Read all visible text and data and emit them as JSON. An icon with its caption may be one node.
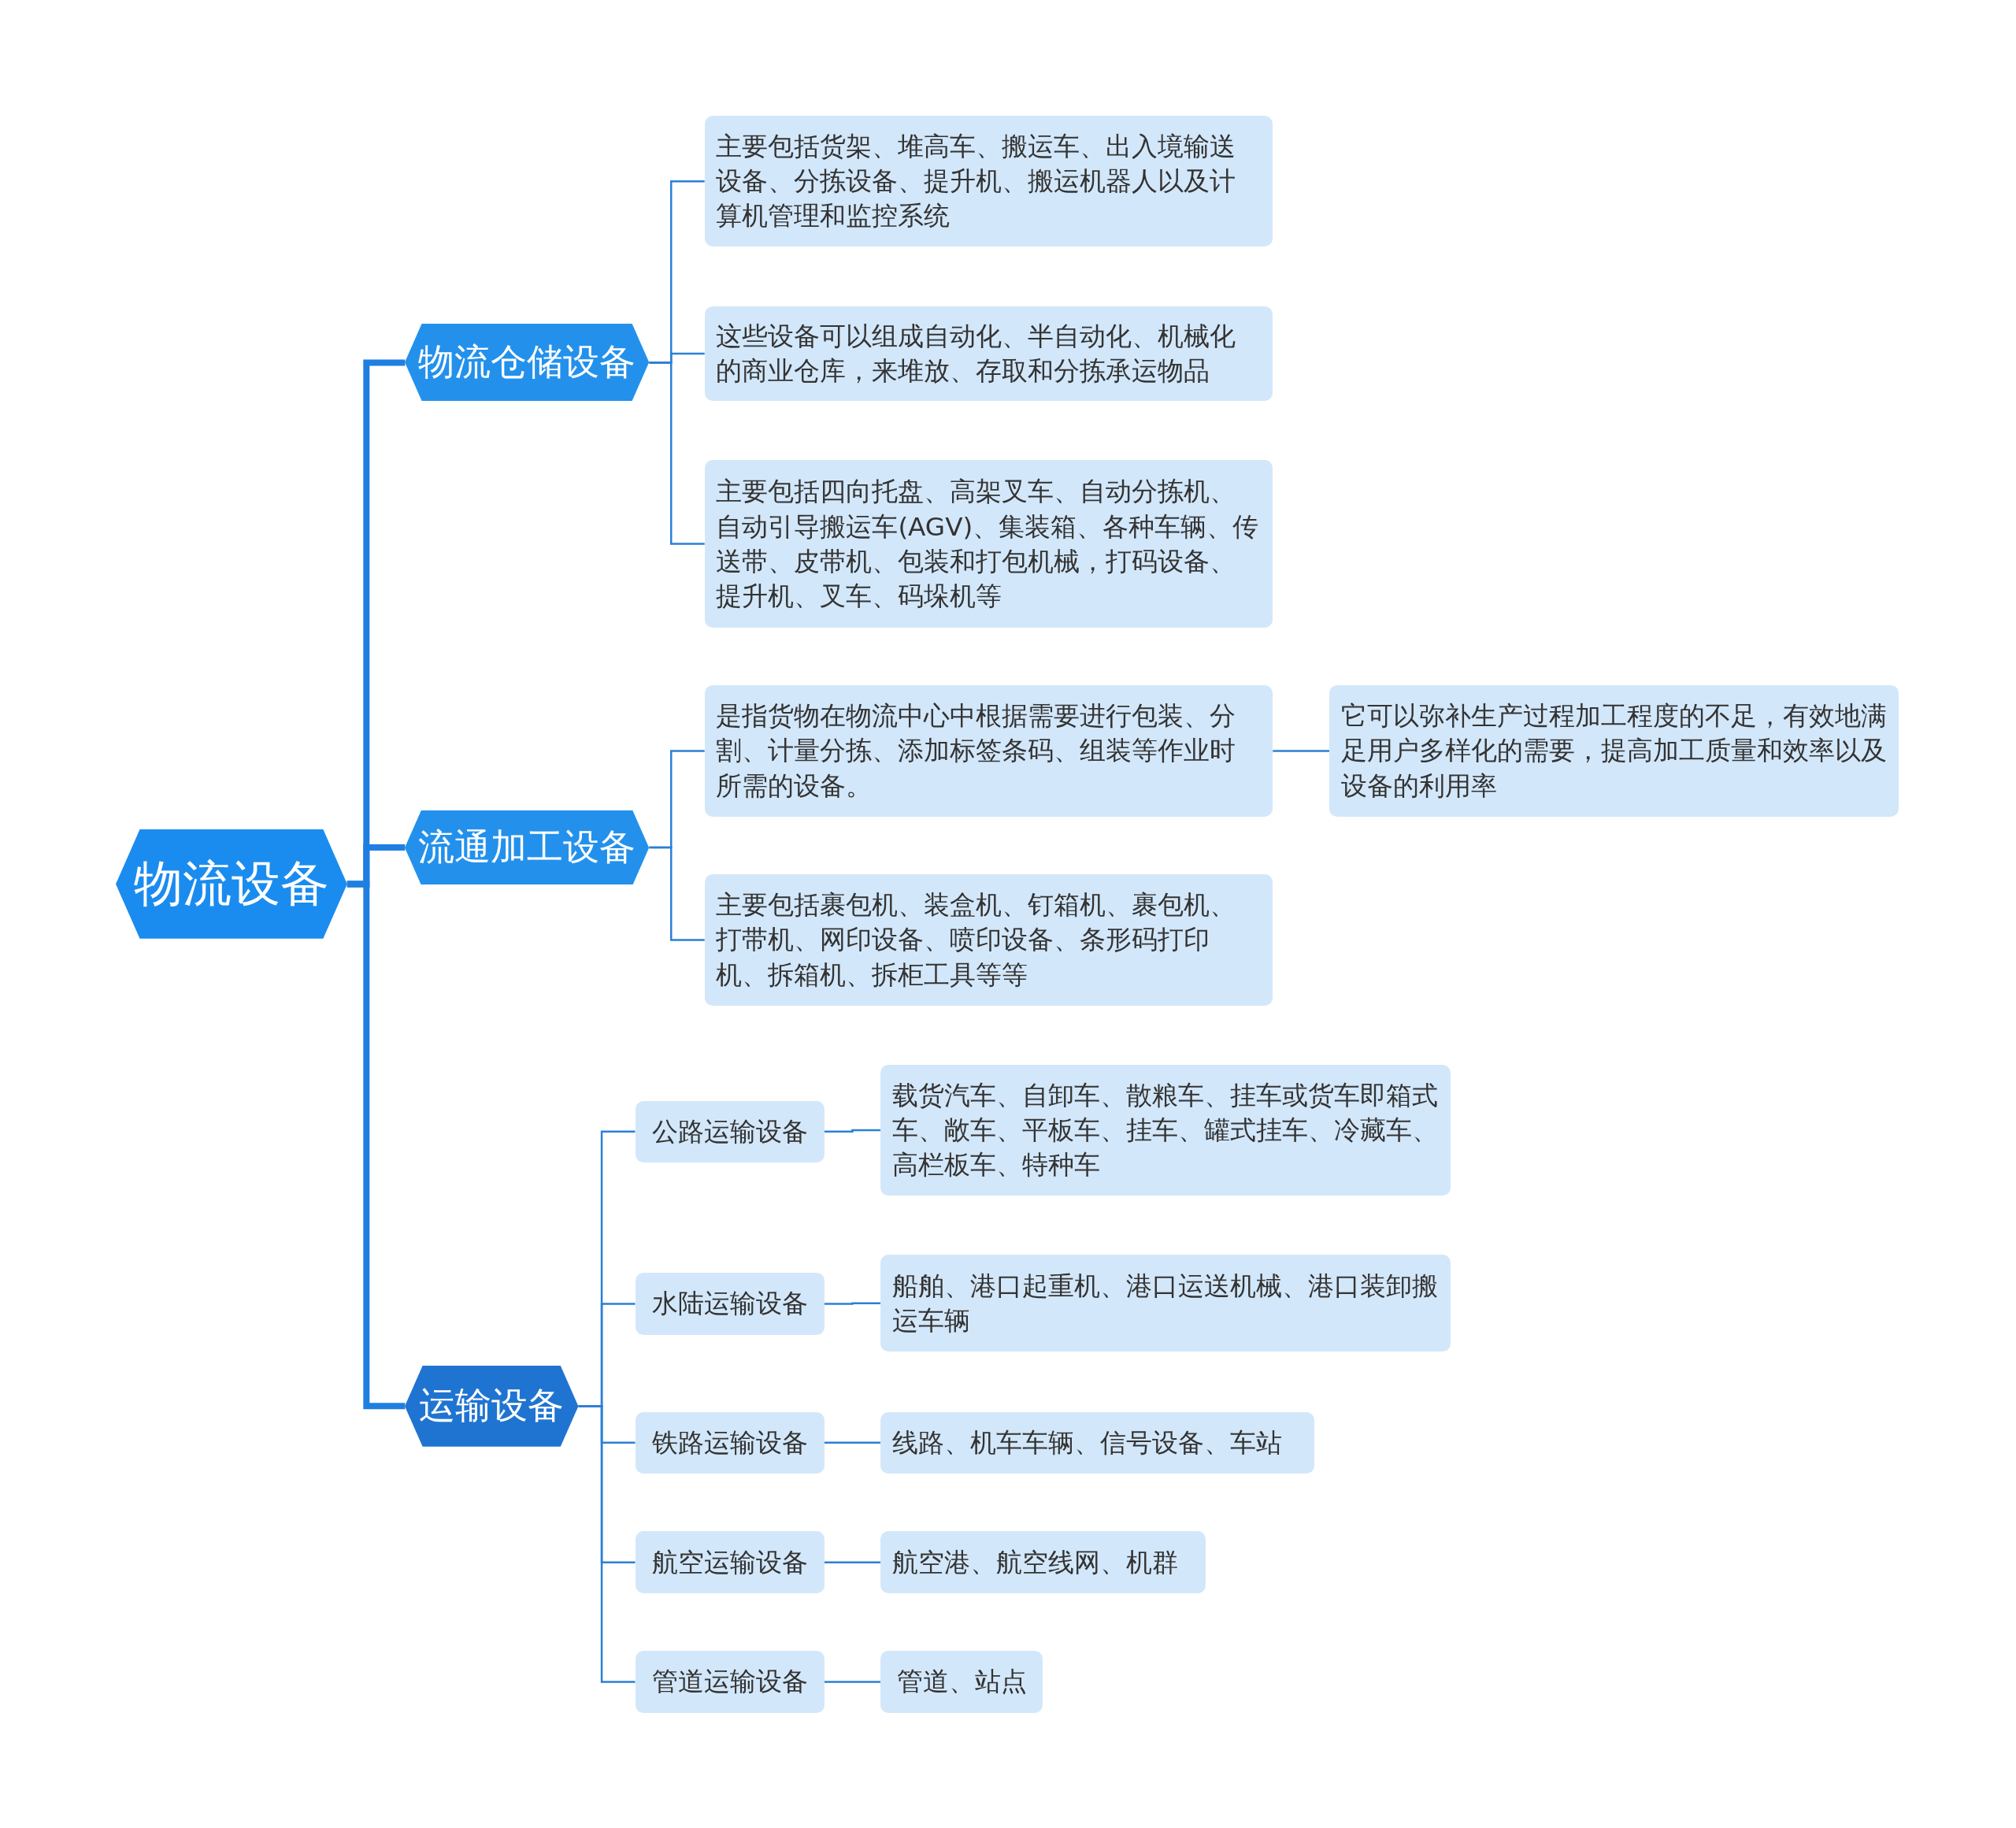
{
  "diagram": {
    "nodes": [
      {
        "text": [
          "物流设备"
        ]
      },
      {
        "text": [
          "物流仓储设备"
        ]
      },
      {
        "text": [
          "主要包括货架、堆高车、搬运车、出入境输送设备、分拣设备、提升机、搬运机器人以及计算机管理和监控系统"
        ]
      },
      {
        "text": [
          "这些设备可以组成自动化、半自动化、机械化的商业仓库，来堆放、存取和分拣承运物品"
        ]
      },
      {
        "text": [
          "主要包括四向托盘、高架叉车、自动分拣机、自动引导搬运车(AGV)、集装箱、各种车辆、传送带、皮带机、包装和打包机械，打码设备、提升机、叉车、码垛机等"
        ]
      },
      {
        "text": [
          "流通加工设备"
        ]
      },
      {
        "text": [
          "是指货物在物流中心中根据需要进行包装、分割、计量分拣、添加标签条码、组装等作业时所需的设备。"
        ]
      },
      {
        "text": [
          "它可以弥补生产过程加工程度的不足，有效地满足用户多样化的需要，提高加工质量和效率以及设备的利用率"
        ]
      },
      {
        "text": [
          "主要包括裹包机、装盒机、钉箱机、裹包机、打带机、网印设备、喷印设备、条形码打印机、拆箱机、拆柜工具等等"
        ]
      },
      {
        "text": [
          "运输设备"
        ]
      },
      {
        "text": [
          "公路运输设备"
        ]
      },
      {
        "text": [
          "载货汽车、自卸车、散粮车、挂车或货车即箱式车、敞车、平板车、挂车、罐式挂车、冷藏车、高栏板车、特种车"
        ]
      },
      {
        "text": [
          "水陆运输设备"
        ]
      },
      {
        "text": [
          "船舶、港口起重机、港口运送机械、港口装卸搬运车辆"
        ]
      },
      {
        "text": [
          "铁路运输设备"
        ]
      },
      {
        "text": [
          "线路、机车车辆、信号设备、车站"
        ]
      },
      {
        "text": [
          "航空运输设备"
        ]
      },
      {
        "text": [
          "航空港、航空线网、机群"
        ]
      },
      {
        "text": [
          "管道运输设备"
        ]
      },
      {
        "text": [
          "管道、站点"
        ]
      }
    ],
    "edges": [
      {
        "from": 0,
        "to": 1,
        "arrow": "none",
        "style": "thick"
      },
      {
        "from": 0,
        "to": 5,
        "arrow": "none",
        "style": "thick"
      },
      {
        "from": 0,
        "to": 9,
        "arrow": "none",
        "style": "thick"
      },
      {
        "from": 1,
        "to": 2,
        "arrow": "none"
      },
      {
        "from": 1,
        "to": 3,
        "arrow": "none"
      },
      {
        "from": 1,
        "to": 4,
        "arrow": "none"
      },
      {
        "from": 5,
        "to": 6,
        "arrow": "none"
      },
      {
        "from": 5,
        "to": 8,
        "arrow": "none"
      },
      {
        "from": 6,
        "to": 7,
        "arrow": "none"
      },
      {
        "from": 9,
        "to": 10,
        "arrow": "none"
      },
      {
        "from": 9,
        "to": 12,
        "arrow": "none"
      },
      {
        "from": 9,
        "to": 14,
        "arrow": "none"
      },
      {
        "from": 9,
        "to": 16,
        "arrow": "none"
      },
      {
        "from": 9,
        "to": 18,
        "arrow": "none"
      },
      {
        "from": 10,
        "to": 11,
        "arrow": "none"
      },
      {
        "from": 12,
        "to": 13,
        "arrow": "none"
      },
      {
        "from": 14,
        "to": 15,
        "arrow": "none"
      },
      {
        "from": 16,
        "to": 17,
        "arrow": "none"
      },
      {
        "from": 18,
        "to": 19,
        "arrow": "none"
      }
    ]
  }
}
